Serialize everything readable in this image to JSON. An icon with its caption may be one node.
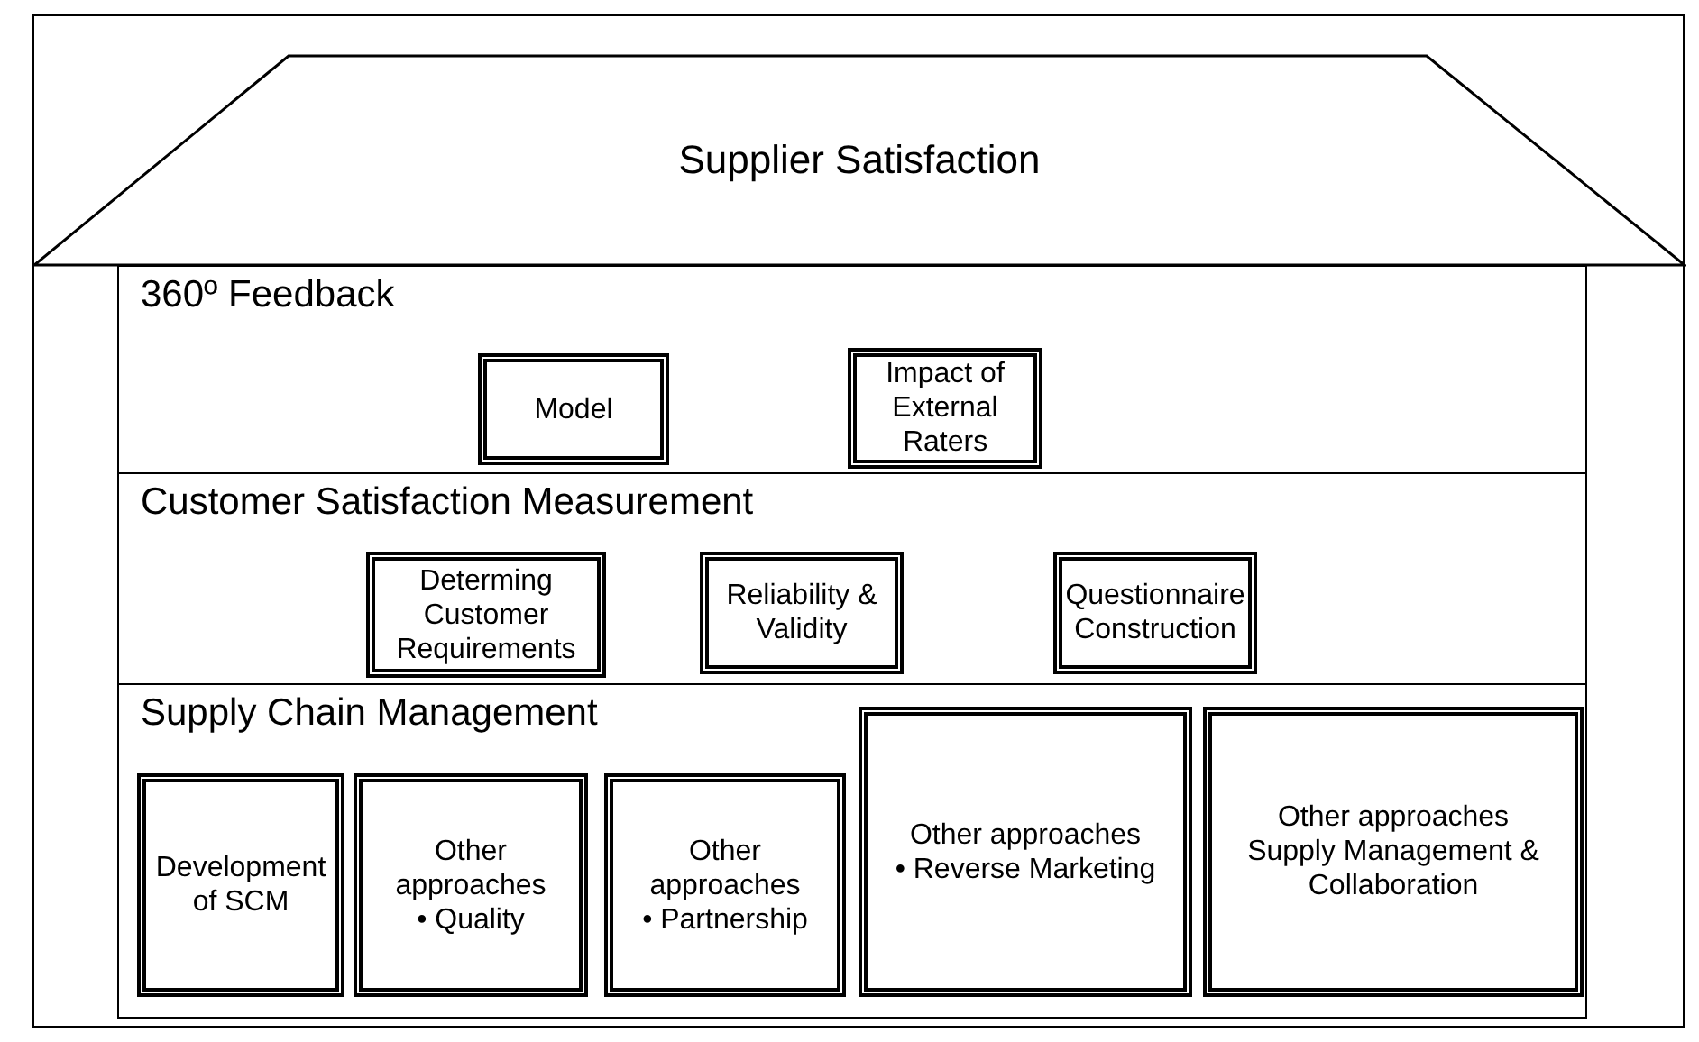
{
  "diagram": {
    "nodes": [
      {
        "text": [
          "Supplier Satisfaction"
        ]
      },
      {
        "text": [
          "360º Feedback"
        ]
      },
      {
        "text": [
          "Model"
        ],
        "in": 1
      },
      {
        "text": [
          "Impact of External Raters"
        ],
        "in": 1
      },
      {
        "text": [
          "Customer Satisfaction Measurement"
        ]
      },
      {
        "text": [
          "Determing Customer Requirements"
        ],
        "in": 4
      },
      {
        "text": [
          "Reliability & Validity"
        ],
        "in": 4
      },
      {
        "text": [
          "Questionnaire Construction"
        ],
        "in": 4
      },
      {
        "text": [
          "Supply Chain Management"
        ]
      },
      {
        "text": [
          "Development of SCM"
        ],
        "in": 8
      },
      {
        "text": [
          "Other approaches",
          "• Quality"
        ],
        "in": 8
      },
      {
        "text": [
          "Other approaches",
          "• Partnership"
        ],
        "in": 8
      },
      {
        "text": [
          "Other approaches",
          "• Reverse Marketing"
        ],
        "in": 8
      },
      {
        "text": [
          "Other approaches",
          "Supply Management & Collaboration"
        ],
        "in": 8
      }
    ]
  }
}
